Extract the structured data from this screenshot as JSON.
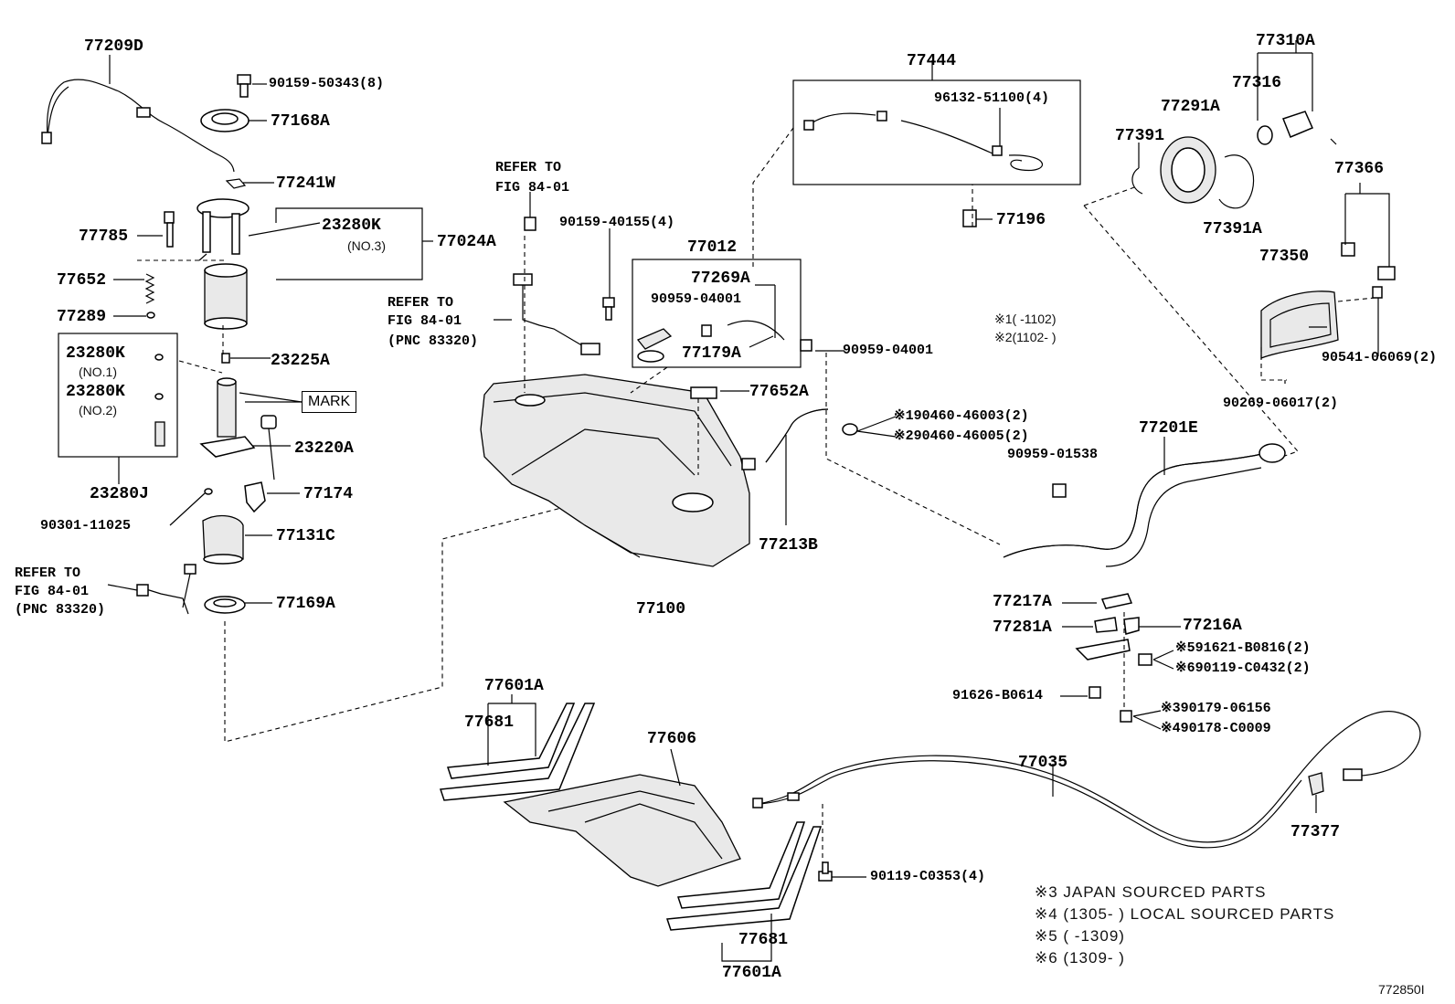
{
  "figure_id": "772850I",
  "parts": {
    "p77209D": "77209D",
    "p90159_50343": "90159-50343(8)",
    "p77168A": "77168A",
    "p77241W": "77241W",
    "p77785": "77785",
    "p23280K_no3": "23280K",
    "p23280K_no3_sub": "(NO.3)",
    "p77024A": "77024A",
    "p77652": "77652",
    "p77289": "77289",
    "p23280K_no1": "23280K",
    "p23280K_no1_sub": "(NO.1)",
    "p23280K_no2": "23280K",
    "p23280K_no2_sub": "(NO.2)",
    "p23225A": "23225A",
    "p23220A": "23220A",
    "p23280J": "23280J",
    "p77174": "77174",
    "p90301_11025": "90301-11025",
    "p77131C": "77131C",
    "p77169A": "77169A",
    "p90159_40155": "90159-40155(4)",
    "p77012": "77012",
    "p77269A": "77269A",
    "p90959_04001_a": "90959-04001",
    "p77179A": "77179A",
    "p90959_04001_b": "90959-04001",
    "p77652A": "77652A",
    "p77444": "77444",
    "p96132_51100": "96132-51100(4)",
    "p77196": "77196",
    "p90460_46003": "※190460-46003(2)",
    "p90460_46005": "※290460-46005(2)",
    "p77213B": "77213B",
    "p77100": "77100",
    "p77310A": "77310A",
    "p77316": "77316",
    "p77291A": "77291A",
    "p77391": "77391",
    "p77391A": "77391A",
    "p77366": "77366",
    "p77350": "77350",
    "p90541_06069": "90541-06069(2)",
    "p90269_06017": "90269-06017(2)",
    "p77201E": "77201E",
    "p90959_01538": "90959-01538",
    "p77217A": "77217A",
    "p77281A": "77281A",
    "p77216A": "77216A",
    "p91621_B0816": "※591621-B0816(2)",
    "p90119_C0432": "※690119-C0432(2)",
    "p91626_B0614": "91626-B0614",
    "p90179_06156": "※390179-06156",
    "p90178_C0009": "※490178-C0009",
    "p77601A_top": "77601A",
    "p77681_top": "77681",
    "p77606": "77606",
    "p77035": "77035",
    "p77377": "77377",
    "p90119_C0353": "90119-C0353(4)",
    "p77681_bot": "77681",
    "p77601A_bot": "77601A"
  },
  "references": {
    "refer_a_line1": "REFER TO",
    "refer_a_line2": "FIG 84-01",
    "refer_b_line1": "REFER TO",
    "refer_b_line2": "FIG 84-01",
    "refer_b_line3": "(PNC 83320)",
    "refer_c_line1": "REFER TO",
    "refer_c_line2": "FIG 84-01",
    "refer_c_line3": "(PNC 83320)"
  },
  "mark_label": "MARK",
  "date_notes": {
    "n1": "※1(    -1102)",
    "n2": "※2(1102-    )"
  },
  "legend": {
    "l3": "※3 JAPAN SOURCED PARTS",
    "l4": "※4 (1305-     ) LOCAL SOURCED PARTS",
    "l5": "※5 (     -1309)",
    "l6": "※6 (1309-     )"
  }
}
